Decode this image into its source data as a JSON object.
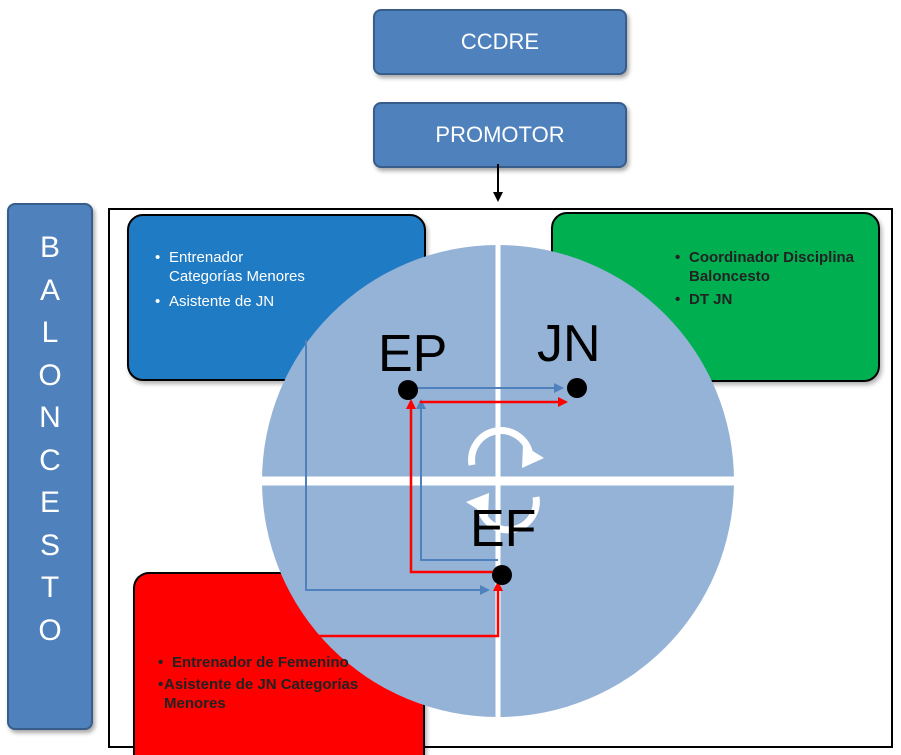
{
  "header": {
    "ccdre": "CCDRE",
    "promotor": "PROMOTOR"
  },
  "side": {
    "letters": [
      "B",
      "A",
      "L",
      "O",
      "N",
      "C",
      "E",
      "S",
      "T",
      "O"
    ]
  },
  "quadrants": {
    "blue": {
      "items": [
        "Entrenador Categorías Menores",
        "Asistente de JN"
      ]
    },
    "green": {
      "items": [
        "Coordinador Disciplina Baloncesto",
        "DT JN"
      ]
    },
    "red": {
      "items": [
        "Entrenador de Femenino",
        "Asistente de JN Categorías  Menores"
      ]
    }
  },
  "circle_labels": {
    "ep": "EP",
    "jn": "JN",
    "ef": "EF"
  },
  "colors": {
    "header_blue": "#4f81bd",
    "quad_blue": "#1f7bc4",
    "quad_green": "#00b050",
    "quad_red": "#ff0000",
    "circle": "#95b3d7",
    "arrow_red": "#ff0000",
    "arrow_blue": "#4f81bd"
  }
}
